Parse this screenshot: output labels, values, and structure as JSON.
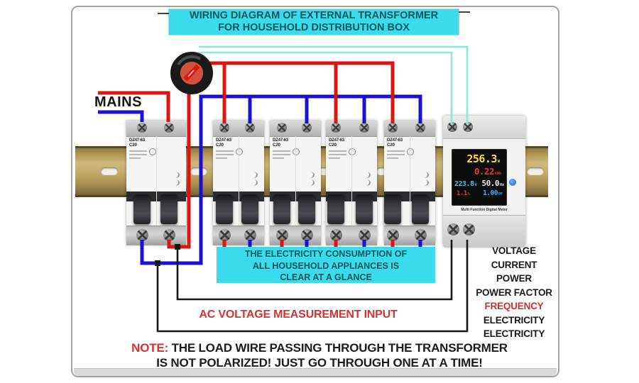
{
  "title": {
    "line1": "WIRING DIAGRAM OF EXTERNAL TRANSFORMER",
    "line2": "FOR HOUSEHOLD DISTRIBUTION BOX"
  },
  "mains": {
    "label": "MAINS"
  },
  "breakers": [
    {
      "model": "DZ47-63",
      "rating": "C20"
    },
    {
      "model": "DZ47-63",
      "rating": "C20"
    },
    {
      "model": "DZ47-63",
      "rating": "C20"
    },
    {
      "model": "DZ47-63",
      "rating": "C20"
    },
    {
      "model": "DZ47-63",
      "rating": "C20"
    }
  ],
  "meter": {
    "caption": "Multi Function Digital Meter",
    "display": {
      "power": {
        "value": "256.3",
        "unit": "W"
      },
      "energy": {
        "value": "0.22",
        "unit": "kWh"
      },
      "voltage": {
        "value": "223.8",
        "unit": "V"
      },
      "frequency": {
        "value": "50.0",
        "unit": "Hz"
      },
      "percent": {
        "value": "1.1",
        "unit": "%"
      },
      "pf": {
        "value": "1.00",
        "unit": "PF"
      }
    }
  },
  "consumption_banner": {
    "line1": "THE ELECTRICITY CONSUMPTION OF",
    "line2": "ALL HOUSEHOLD APPLIANCES IS",
    "line3": "CLEAR AT A GLANCE"
  },
  "ac_input": {
    "label": "AC VOLTAGE MEASUREMENT INPUT"
  },
  "measurements": [
    {
      "label": "VOLTAGE",
      "color": "#1a1a1a"
    },
    {
      "label": "CURRENT",
      "color": "#1a1a1a"
    },
    {
      "label": "POWER",
      "color": "#1a1a1a"
    },
    {
      "label": "POWER FACTOR",
      "color": "#1a1a1a"
    },
    {
      "label": "FREQUENCY",
      "color": "#d92b2b"
    },
    {
      "label": "ELECTRICITY",
      "color": "#1a1a1a"
    },
    {
      "label": "ELECTRICITY",
      "color": "#1a1a1a"
    }
  ],
  "note": {
    "prefix": "NOTE:",
    "line1": "THE LOAD WIRE PASSING THROUGH THE TRANSFORMER",
    "line2": "IS NOT POLARIZED! JUST GO THROUGH ONE AT A TIME!"
  },
  "colors": {
    "banner_bg": "#38dcec",
    "banner_text": "#07565e",
    "wire_live": "#dd1512",
    "wire_neutral": "#1b10cf",
    "wire_ct_secondary": "#8ae8d6",
    "wire_measure": "#161616",
    "note_red": "#d93030",
    "display_power": "#f5e22e",
    "display_energy": "#e8392e",
    "display_voltage": "#3ec9ee",
    "display_freq": "#f2f2f2",
    "display_pf": "#3fa8f5"
  }
}
